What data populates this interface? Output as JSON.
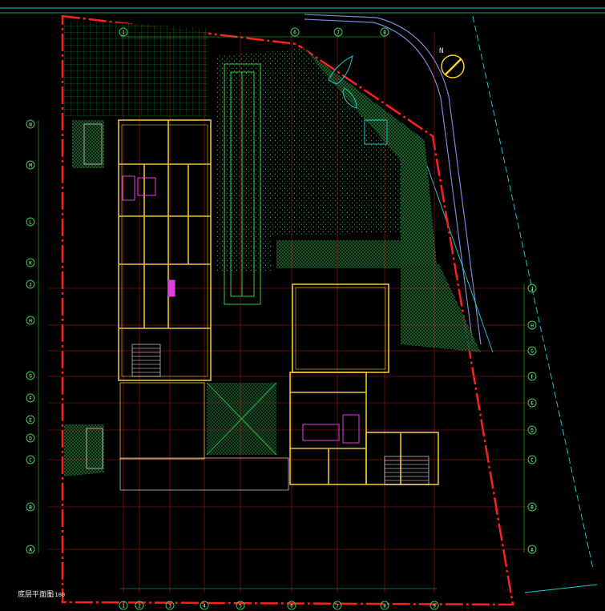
{
  "drawing": {
    "title": "底层平面图",
    "scale": "1:100",
    "north_label": "N"
  },
  "colors": {
    "background": "#000000",
    "site_boundary": "#ff2020",
    "axis_lines": "#b01818",
    "grid_bubble": "#2fd24a",
    "walls": "#e8c23a",
    "green_hatch": "#1fae3a",
    "cyan_line": "#18c8c8",
    "magenta": "#e040e0",
    "road": "#7f86d6",
    "north_arrow": "#ffd21a",
    "text": "#e8e8e8"
  },
  "axes_right": [
    "J",
    "H",
    "G",
    "F",
    "E",
    "D",
    "C",
    "B",
    "A"
  ],
  "axes_left": [
    "N",
    "M",
    "L",
    "K",
    "J",
    "H",
    "G",
    "F",
    "E",
    "D",
    "C",
    "B",
    "A"
  ],
  "axes_bottom": [
    "1",
    "2",
    "3",
    "4",
    "5",
    "6",
    "7",
    "8",
    "9"
  ],
  "axes_top": [
    "1",
    "6",
    "7",
    "8"
  ]
}
